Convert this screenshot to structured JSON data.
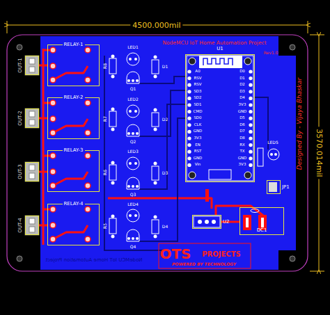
{
  "diagram": {
    "nodes": [
      {
        "text": [
          "RELAY-1"
        ]
      },
      {
        "text": [
          "RELAY-2"
        ]
      },
      {
        "text": [
          "RELAY-3"
        ]
      },
      {
        "text": [
          "RELAY-4"
        ]
      },
      {
        "text": [
          "OUT-1"
        ]
      },
      {
        "text": [
          "OUT-2"
        ]
      },
      {
        "text": [
          "OUT-3"
        ]
      },
      {
        "text": [
          "OUT-4"
        ]
      },
      {
        "text": [
          "U1"
        ]
      },
      {
        "text": [
          "DC1"
        ]
      },
      {
        "text": [
          "U2"
        ]
      },
      {
        "text": [
          "JP1"
        ]
      }
    ],
    "edges": [
      {
        "from": 0,
        "to": 4,
        "arrow": "none"
      },
      {
        "from": 1,
        "to": 5,
        "arrow": "none"
      },
      {
        "from": 2,
        "to": 6,
        "arrow": "none"
      },
      {
        "from": 3,
        "to": 7,
        "arrow": "none"
      },
      {
        "from": 10,
        "to": 9,
        "arrow": "none"
      }
    ],
    "labels": [
      "4500.000mil",
      "3570.014mil",
      "NodeMCU IoT Home Automation Project",
      "Rev1.0",
      "LED1",
      "LED2",
      "LED3",
      "LED4",
      "LED5",
      "Q1",
      "Q2",
      "Q3",
      "Q4",
      "D1",
      "D2",
      "D3",
      "D4",
      "R8",
      "R7",
      "R6",
      "R5",
      "Designed By - Vijaya Bhaskar",
      "OTS",
      "PROJECTS",
      "POWERED BY TECHNOLOGY",
      "NodeMCU IoT Home Automation Project",
      "A0",
      "RSV",
      "RSV",
      "SD3",
      "SD2",
      "SD1",
      "CMD",
      "SD0",
      "CLK",
      "GND",
      "3V3",
      "EN",
      "RST",
      "GND",
      "Vin",
      "D0",
      "D1",
      "D2",
      "D3",
      "D4",
      "3V3",
      "GND",
      "D5",
      "D6",
      "D7",
      "D8",
      "RX",
      "TX",
      "GND",
      "3V3"
    ]
  }
}
